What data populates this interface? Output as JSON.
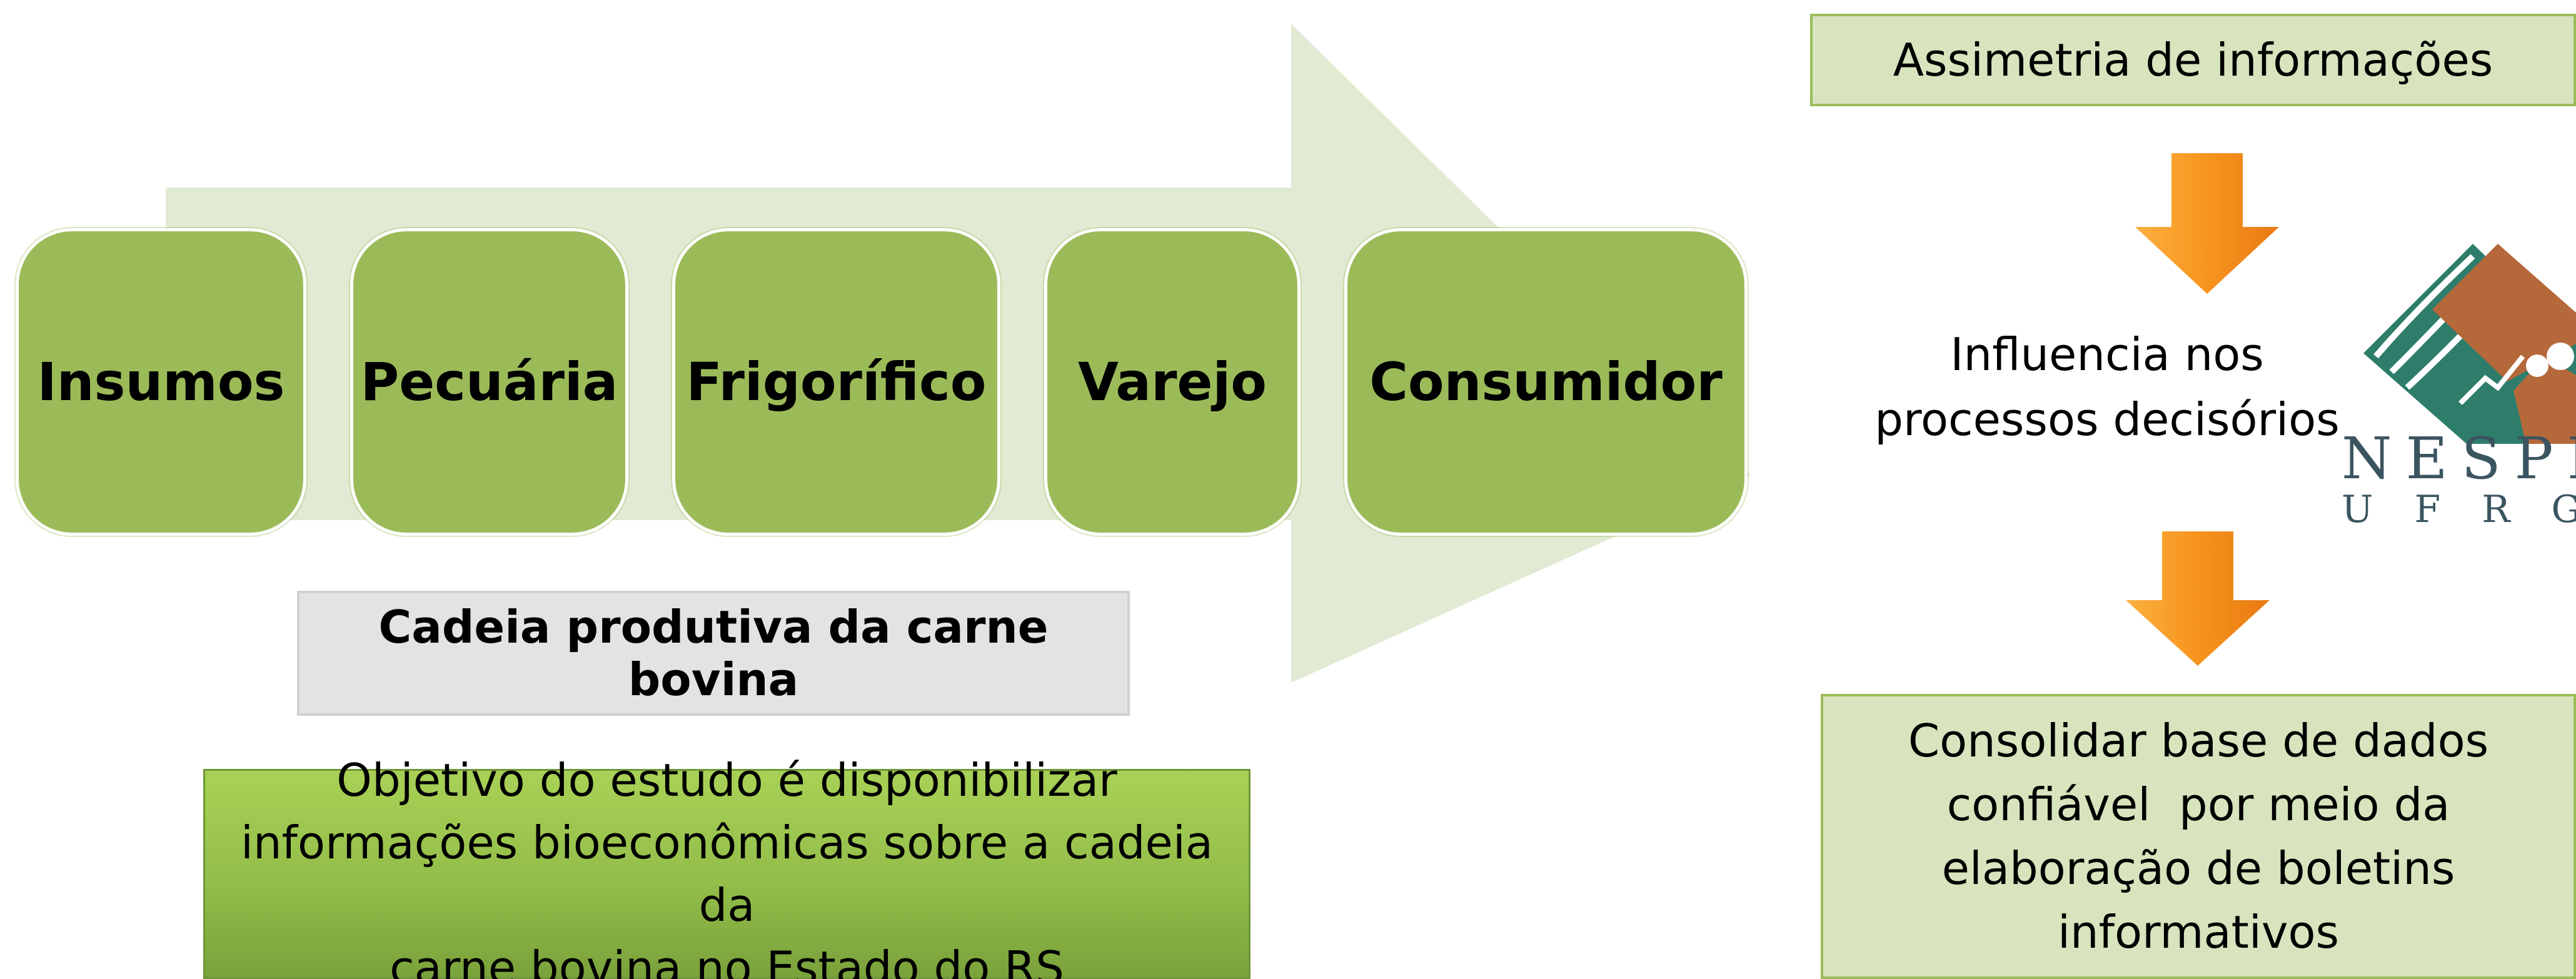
{
  "chain": {
    "stages": [
      {
        "label": "Insumos"
      },
      {
        "label": "Pecuária"
      },
      {
        "label": "Frigorífico"
      },
      {
        "label": "Varejo"
      },
      {
        "label": "Consumidor"
      }
    ],
    "caption": "Cadeia produtiva da carne bovina"
  },
  "objective": {
    "lines": [
      "Objetivo do estudo é disponibilizar",
      "informações bioeconômicas sobre a cadeia da",
      "carne bovina no Estado do RS"
    ]
  },
  "flow": {
    "top_box": "Assimetria de informações",
    "middle_lines": [
      "Influencia nos",
      "processos decisórios"
    ],
    "bottom_lines": [
      "Consolidar base de dados",
      "confiável  por meio da",
      "elaboração de boletins",
      "informativos"
    ]
  },
  "logo": {
    "name": "NESPRO",
    "sub": "UFRGS"
  },
  "colors": {
    "stage_green": "#9bbb59",
    "arrow_light": "#e1ead3",
    "light_box": "#d7e4bd",
    "down_arrow": "#f7941d",
    "caption_gray": "#e3e3e3"
  }
}
